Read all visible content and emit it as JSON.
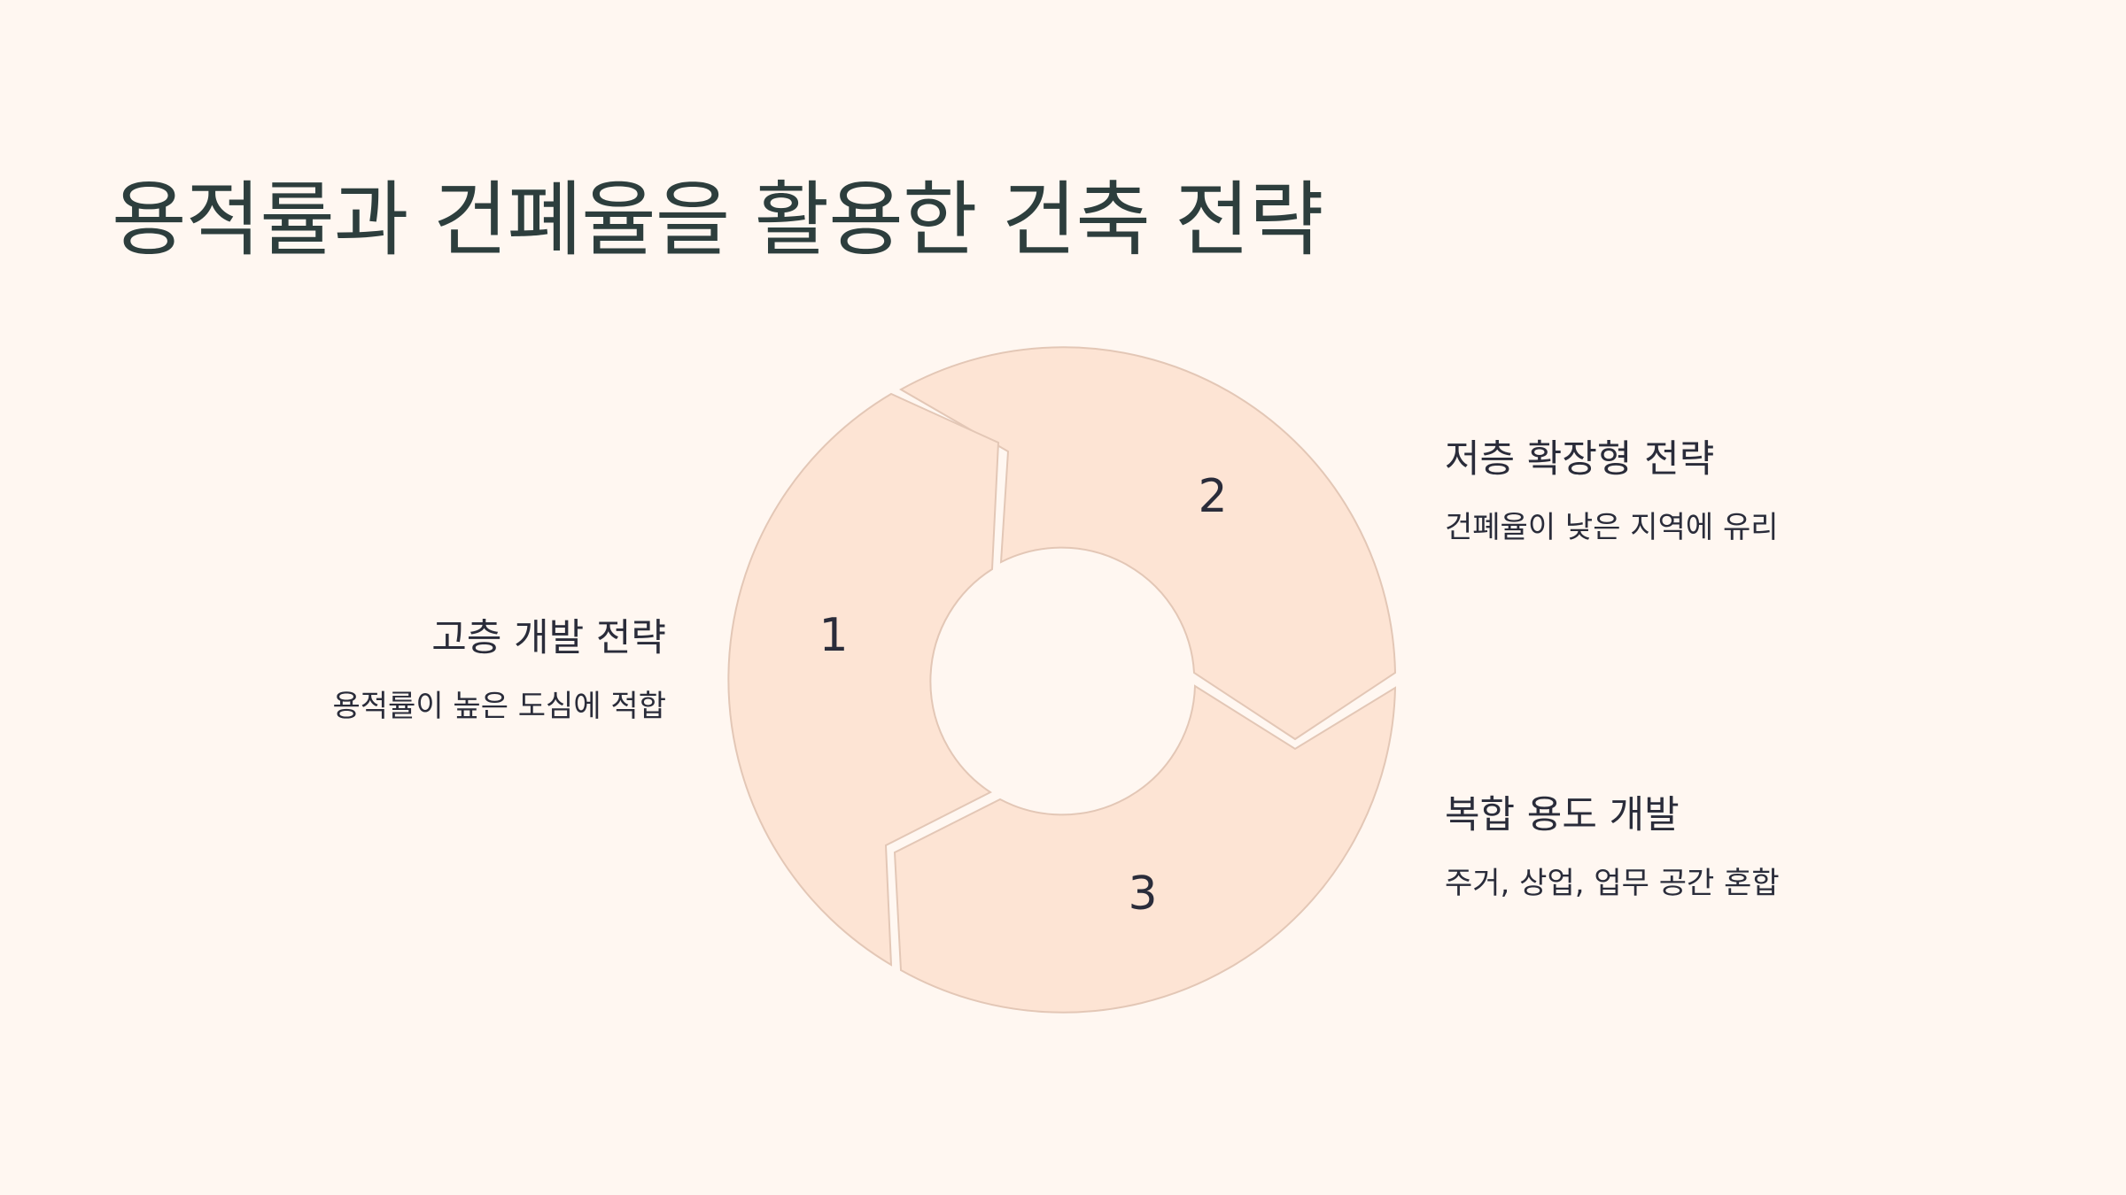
{
  "title": "용적률과 건폐율을 활용한 건축 전략",
  "colors": {
    "background": "#fff7f1",
    "segment_fill": "#fde4d4",
    "segment_stroke": "#e3c7b6",
    "title_text": "#2d3e3d",
    "body_text": "#2a2c3a"
  },
  "cycle": {
    "segments": [
      {
        "number": "1",
        "title": "고층 개발 전략",
        "description": "용적률이 높은 도심에 적합"
      },
      {
        "number": "2",
        "title": "저층 확장형 전략",
        "description": "건폐율이 낮은 지역에 유리"
      },
      {
        "number": "3",
        "title": "복합 용도 개발",
        "description": "주거, 상업, 업무 공간 혼합"
      }
    ]
  }
}
